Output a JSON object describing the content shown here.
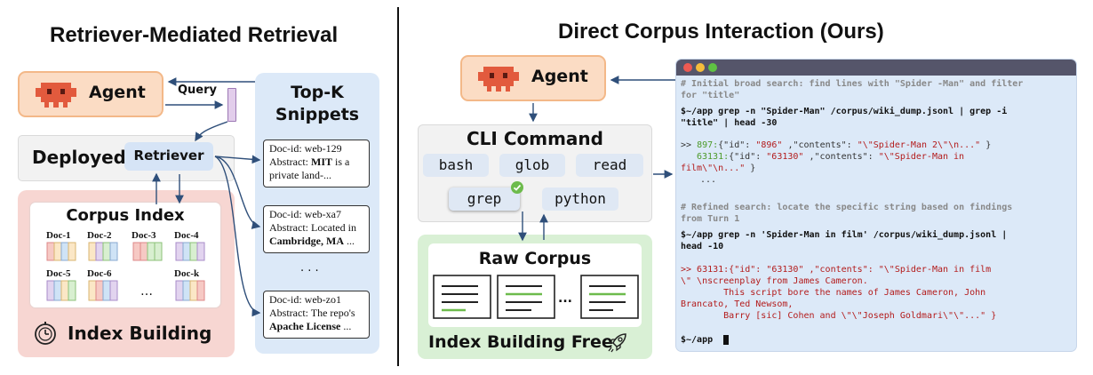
{
  "left": {
    "title": "Retriever-Mediated Retrieval",
    "agent_label": "Agent",
    "query_label": "Query",
    "deployed_label": "Deployed",
    "retriever_label": "Retriever",
    "corpus_index_title": "Corpus Index",
    "docs": [
      "Doc-1",
      "Doc-2",
      "Doc-3",
      "Doc-4",
      "Doc-5",
      "Doc-6",
      "Doc-k"
    ],
    "ellipsis": "…",
    "index_building": "Index Building",
    "topk_title_1": "Top-K",
    "topk_title_2": "Snippets",
    "snippets": [
      {
        "id": "Doc-id: web-129",
        "l1": "Abstract: ",
        "l1b": "MIT",
        "l1c": " is a",
        "l2": "private land-..."
      },
      {
        "id": "Doc-id: web-xa7",
        "l1": "Abstract: Located in",
        "l2b": "Cambridge, MA",
        "l2c": " ..."
      },
      {
        "id": "Doc-id: web-zo1",
        "l1": "Abstract: The repo's",
        "l2b": "Apache License",
        "l2c": " ..."
      }
    ],
    "snippet_dots": ". . ."
  },
  "right": {
    "title": "Direct Corpus Interaction (Ours)",
    "agent_label": "Agent",
    "cli_title": "CLI Command",
    "commands": [
      "bash",
      "glob",
      "read",
      "grep",
      "python"
    ],
    "raw_corpus": "Raw Corpus",
    "corpus_dots": "...",
    "index_free": "Index Building Free",
    "terminal": {
      "c1a": "# Initial broad search: find lines with \"Spider -Man\" and filter",
      "c1b": "for \"title\"",
      "cmd1a": "$~/app grep -n \"Spider-Man\" /corpus/wiki_dump.jsonl | grep -i",
      "cmd1b": "\"title\" | head -30",
      "r1_prefix": ">> ",
      "r1_num": "897:",
      "r1_a": "{\"id\": ",
      "r1_id": "\"896\"",
      "r1_b": " ,\"contents\": ",
      "r1_val": "\"\\\"Spider-Man 2\\\"\\n...\"",
      "r1_end": " }",
      "r2_num": "63131:",
      "r2_a": "{\"id\": ",
      "r2_id": "\"63130\"",
      "r2_b": " ,\"contents\": ",
      "r2_val": "\"\\\"Spider-Man in",
      "r2_c": "film\\\"\\n...\"",
      "r2_end": " }",
      "dots": "...",
      "c2a": "# Refined search: locate the specific string based on findings",
      "c2b": "from Turn 1",
      "cmd2a": "$~/app grep -n 'Spider-Man in film' /corpus/wiki_dump.jsonl |",
      "cmd2b": "head -10",
      "r3a": ">> 63131:{\"id\": \"63130\" ,\"contents\": \"\\\"Spider-Man in film",
      "r3b": "\\\" \\nscreenplay from James Cameron.",
      "r3c": "        This script bore the names of James Cameron, John",
      "r3d": "Brancato, Ted Newsom,",
      "r3e": "        Barry [sic] Cohen and \\\"\\\"Joseph Goldmari\\\"\\\"...\" }",
      "prompt": "$~/app "
    }
  }
}
